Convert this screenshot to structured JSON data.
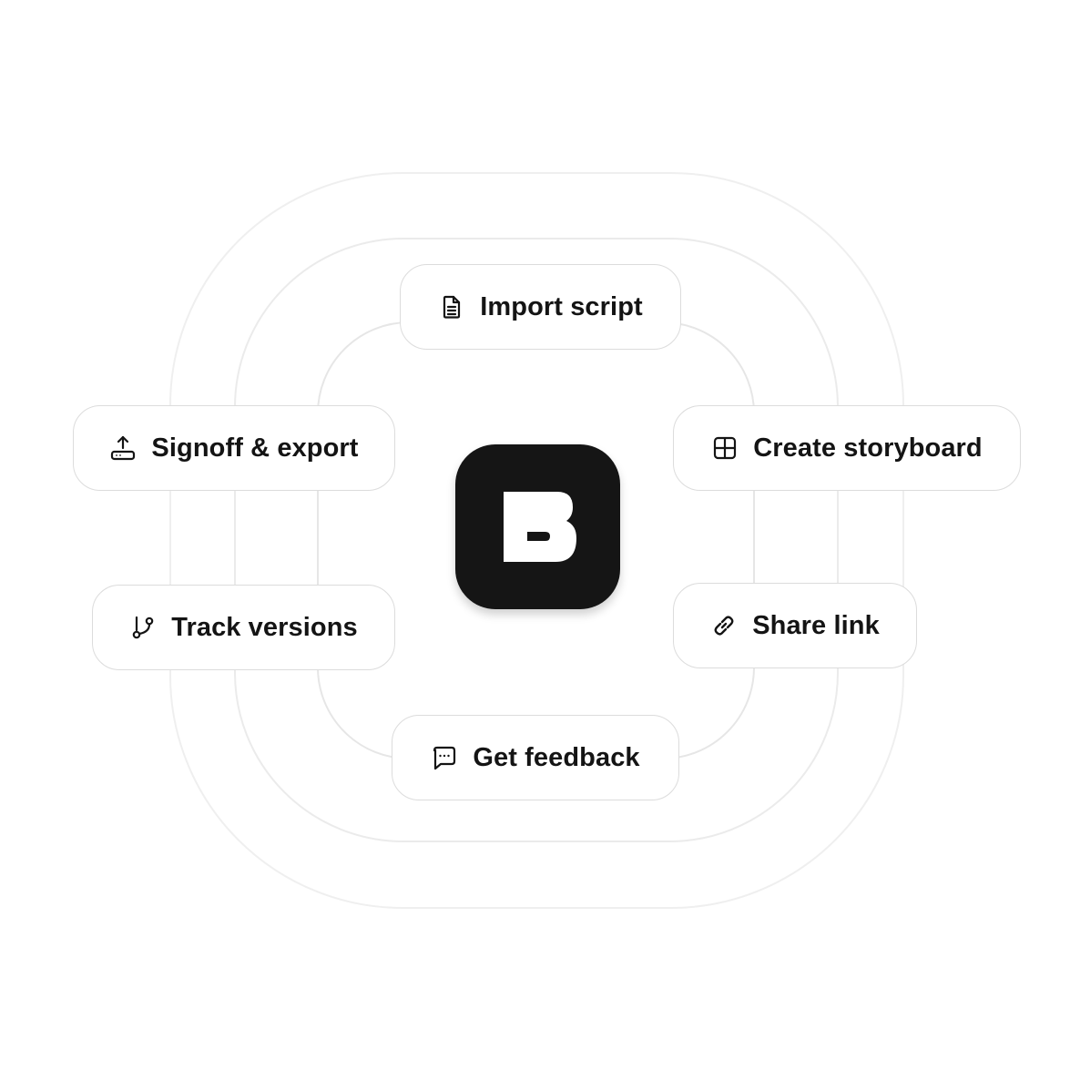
{
  "diagram": {
    "center_logo": {
      "icon": "b-letter-logo",
      "background_color": "#151515",
      "glyph_color": "#ffffff"
    },
    "ring_color": "#e9e9e9",
    "pill_border_color": "#dcdcdc",
    "text_color": "#141414",
    "steps": [
      {
        "id": "import",
        "label": "Import script",
        "icon": "document-icon"
      },
      {
        "id": "storyboard",
        "label": "Create storyboard",
        "icon": "grid-icon"
      },
      {
        "id": "share",
        "label": "Share link",
        "icon": "link-icon"
      },
      {
        "id": "feedback",
        "label": "Get feedback",
        "icon": "chat-icon"
      },
      {
        "id": "track",
        "label": "Track versions",
        "icon": "branch-icon"
      },
      {
        "id": "signoff",
        "label": "Signoff & export",
        "icon": "export-icon"
      }
    ]
  }
}
